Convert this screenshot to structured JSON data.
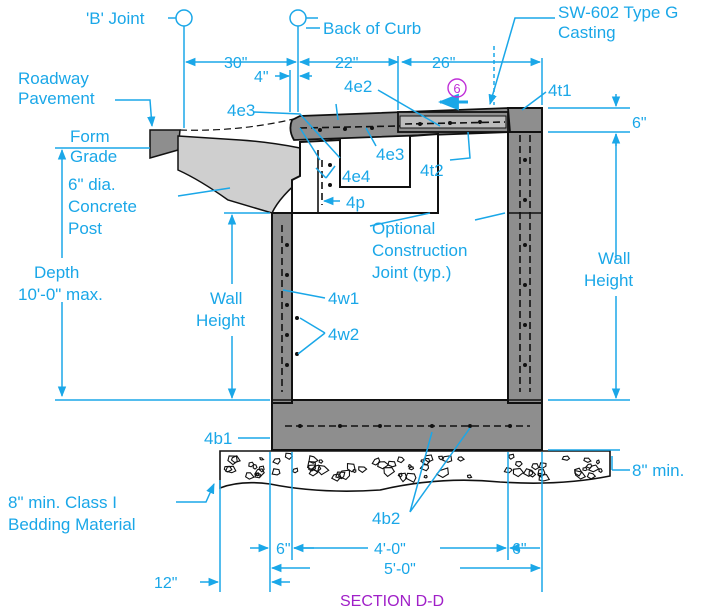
{
  "labels": {
    "b_joint": "'B' Joint",
    "back_of_curb": "Back of Curb",
    "casting_line1": "SW-602 Type G",
    "casting_line2": "Casting",
    "roadway_line1": "Roadway",
    "roadway_line2": "Pavement",
    "form_line1": "Form",
    "form_line2": "Grade",
    "post_line1": "6\" dia.",
    "post_line2": "Concrete",
    "post_line3": "Post",
    "depth_line1": "Depth",
    "depth_line2": "10'-0\" max.",
    "wall_height_left_1": "Wall",
    "wall_height_left_2": "Height",
    "wall_height_right_1": "Wall",
    "wall_height_right_2": "Height",
    "optional_line1": "Optional",
    "optional_line2": "Construction",
    "optional_line3": "Joint (typ.)",
    "min8": "8\" min.",
    "bedding_line1": "8\" min. Class I",
    "bedding_line2": "Bedding Material",
    "flow_marker": "6",
    "caption": "SECTION D-D"
  },
  "bars": {
    "e3_top": "4e3",
    "e2": "4e2",
    "t1": "4t1",
    "e3_mid": "4e3",
    "t2": "4t2",
    "e4": "4e4",
    "p": "4p",
    "w1": "4w1",
    "w2": "4w2",
    "b1": "4b1",
    "b2": "4b2"
  },
  "dims": {
    "d30": "30\"",
    "d22": "22\"",
    "d26": "26\"",
    "d4": "4\"",
    "d6_right": "6\"",
    "d6_bottom_left": "6\"",
    "d4_0": "4'-0\"",
    "d6_bottom_right": "6\"",
    "d5_0": "5'-0\"",
    "d12": "12\""
  },
  "colors": {
    "annotation": "#1aa7e8",
    "concrete": "#8e8e8e",
    "caption": "#a020c8",
    "outline": "#111111"
  }
}
